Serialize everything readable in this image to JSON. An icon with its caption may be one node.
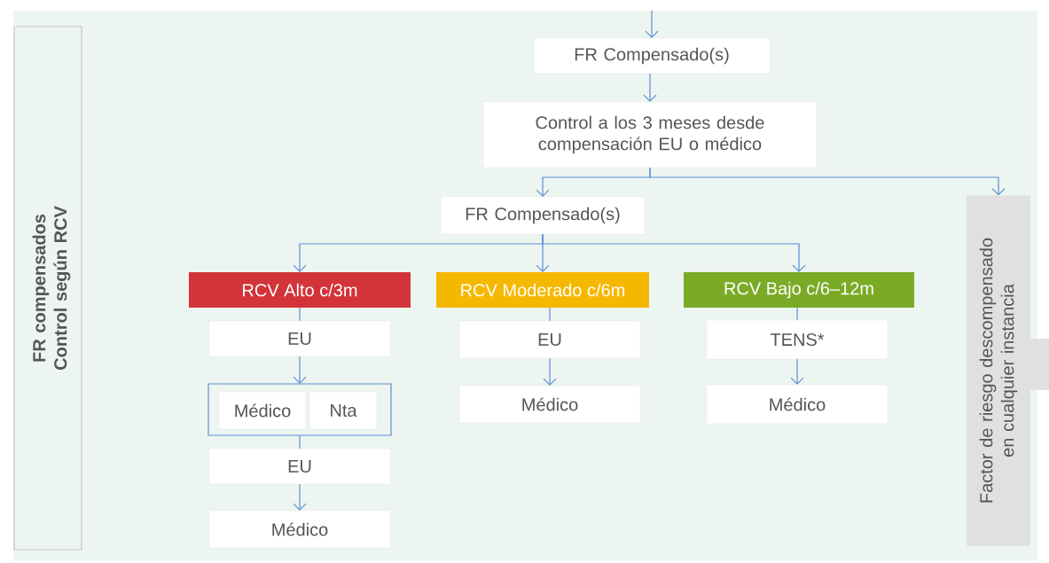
{
  "diagram": {
    "nodes": [
      {
        "text": [
          "FR compensados Control según RCV"
        ]
      },
      {
        "text": [
          "FR Compensado(s)"
        ]
      },
      {
        "text": [
          "Control a los 3 meses desde compensación EU o médico"
        ]
      },
      {
        "text": [
          "FR Compensado(s)"
        ]
      },
      {
        "text": [
          "Factor de riesgo descompensado en cualquier instancia"
        ]
      },
      {
        "text": [
          "RCV Alto c/3m"
        ]
      },
      {
        "text": [
          "RCV Moderado c/6m"
        ]
      },
      {
        "text": [
          "RCV Bajo c/6–12m"
        ]
      },
      {
        "text": [
          "EU"
        ]
      },
      {
        "text": [],
        "shape": "box"
      },
      {
        "text": [
          "Médico"
        ],
        "in": 9
      },
      {
        "text": [
          "Nta"
        ],
        "in": 9
      },
      {
        "text": [
          "EU"
        ]
      },
      {
        "text": [
          "Médico"
        ]
      },
      {
        "text": [
          "EU"
        ]
      },
      {
        "text": [
          "Médico"
        ]
      },
      {
        "text": [
          "TENS*"
        ]
      },
      {
        "text": [
          "Médico"
        ]
      }
    ],
    "edges": [
      {
        "from": null,
        "to": 1,
        "arrow": "to"
      },
      {
        "from": 1,
        "to": 2,
        "arrow": "to"
      },
      {
        "from": 2,
        "to": 3,
        "arrow": "to"
      },
      {
        "from": 2,
        "to": 4,
        "arrow": "to"
      },
      {
        "from": 3,
        "to": 5,
        "arrow": "to"
      },
      {
        "from": 3,
        "to": 6,
        "arrow": "to"
      },
      {
        "from": 3,
        "to": 7,
        "arrow": "to"
      },
      {
        "from": 5,
        "to": 8,
        "arrow": "none"
      },
      {
        "from": 8,
        "to": 9,
        "arrow": "to"
      },
      {
        "from": 9,
        "to": 12,
        "arrow": "none"
      },
      {
        "from": 12,
        "to": 13,
        "arrow": "to"
      },
      {
        "from": 6,
        "to": 14,
        "arrow": "none"
      },
      {
        "from": 14,
        "to": 15,
        "arrow": "to"
      },
      {
        "from": 7,
        "to": 16,
        "arrow": "none"
      },
      {
        "from": 16,
        "to": 17,
        "arrow": "to"
      }
    ]
  }
}
